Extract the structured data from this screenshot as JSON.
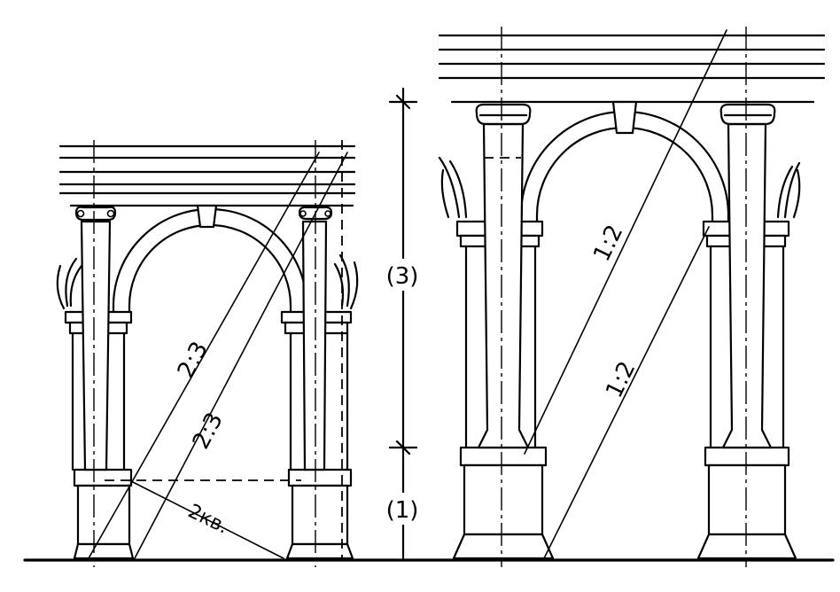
{
  "labels": {
    "left_ratio_upper": "2:3",
    "left_ratio_lower": "2:3",
    "left_squares": "2кв.",
    "dim_upper": "(3)",
    "dim_lower": "(1)",
    "right_ratio_upper": "1:2",
    "right_ratio_lower": "1:2"
  }
}
